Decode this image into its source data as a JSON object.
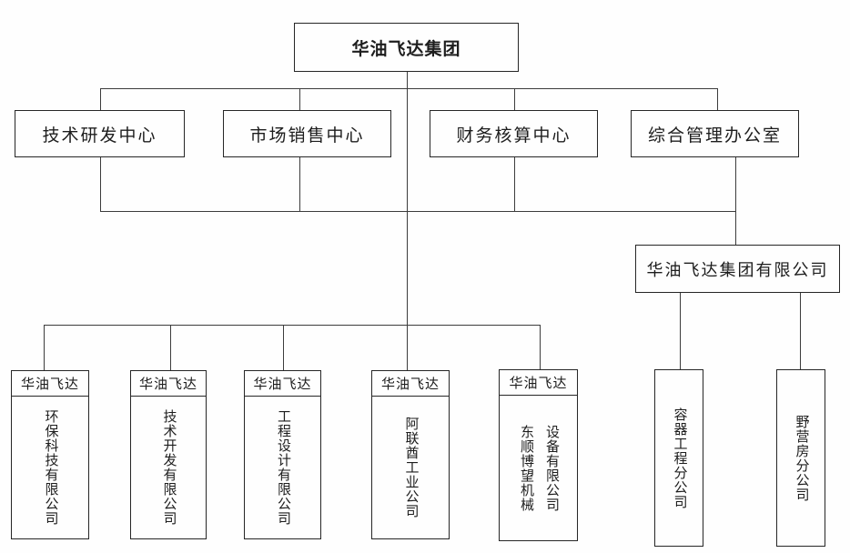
{
  "diagram": {
    "root": {
      "label": "华油飞达集团"
    },
    "centers": [
      {
        "label": "技术研发中心"
      },
      {
        "label": "市场销售中心"
      },
      {
        "label": "财务核算中心"
      },
      {
        "label": "综合管理办公室"
      }
    ],
    "group_company": {
      "label": "华油飞达集团有限公司"
    },
    "subsidiaries": [
      {
        "header": "华油飞达",
        "name": "环保科技有限公司"
      },
      {
        "header": "华油飞达",
        "name": "技术开发有限公司"
      },
      {
        "header": "华油飞达",
        "name": "工程设计有限公司"
      },
      {
        "header": "华油飞达",
        "name": "阿联酋工业公司"
      },
      {
        "header": "华油飞达",
        "name_left": "东顺博望机械",
        "name_right": "设备有限公司"
      }
    ],
    "branches": [
      {
        "label": "容器工程分公司"
      },
      {
        "label": "野营房分公司"
      }
    ]
  }
}
